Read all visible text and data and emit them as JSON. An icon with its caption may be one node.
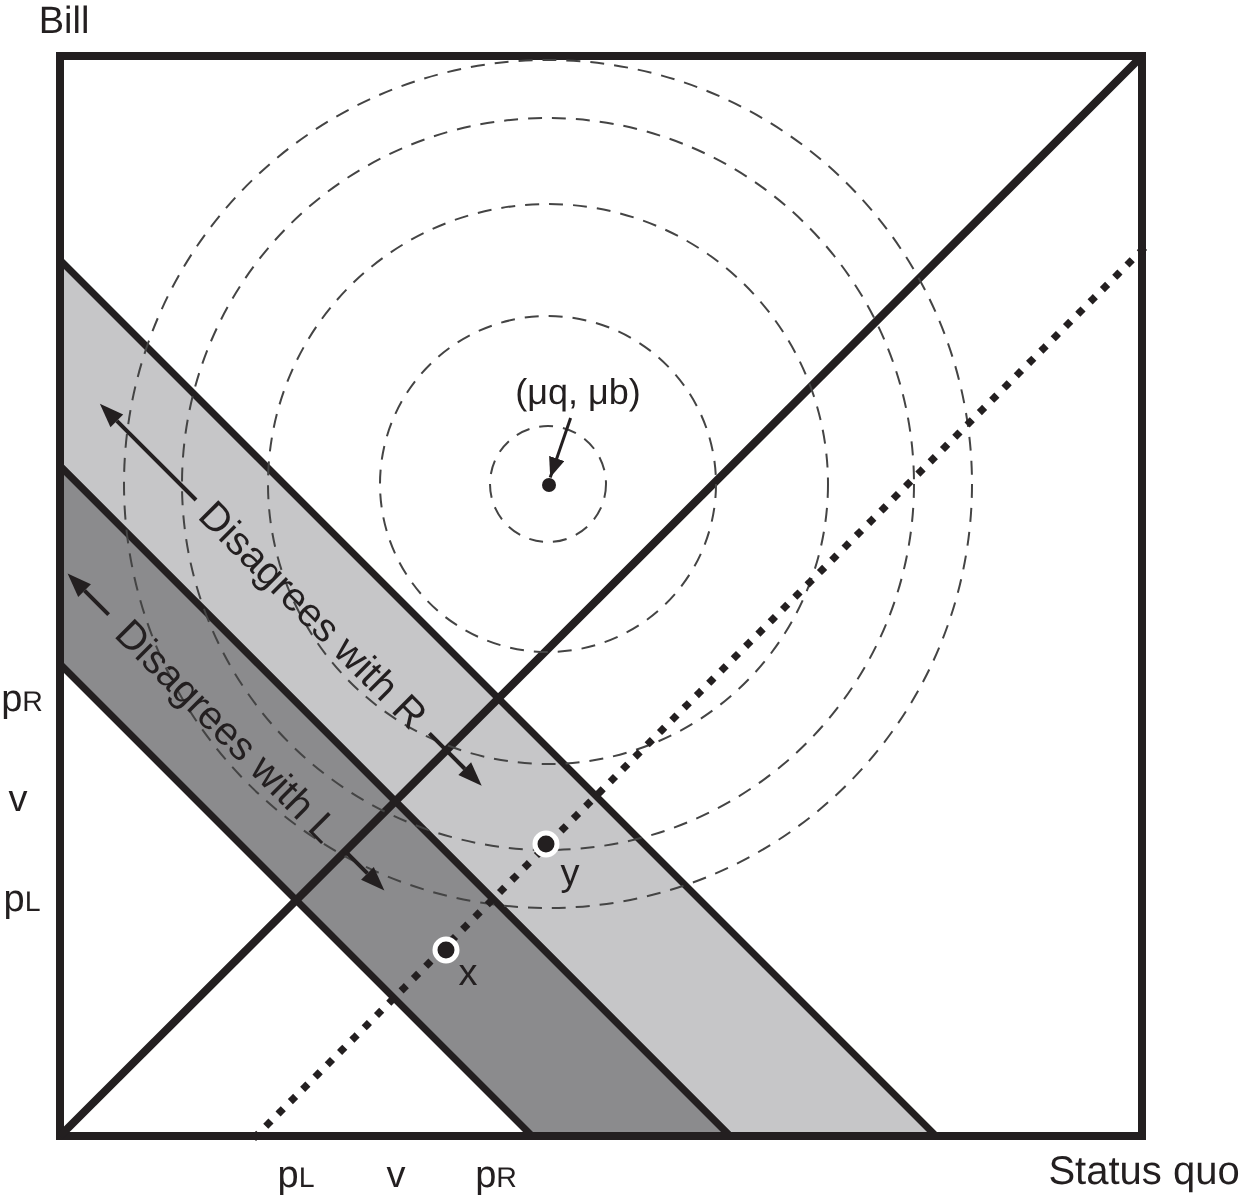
{
  "diagram": {
    "nodes": [
      {
        "text": [
          "Disagrees with R"
        ]
      },
      {
        "text": [
          "Disagrees with L"
        ]
      },
      {
        "text": [
          "(μq, μb)"
        ]
      },
      {
        "text": [],
        "shape": "circle"
      }
    ],
    "edges": [
      {
        "from": 2,
        "to": 3,
        "arrow": "to"
      }
    ],
    "labels": [
      "Bill",
      "p$_{R}$",
      "v",
      "p$_{L}$",
      "y",
      "x",
      "p$_{L}$",
      "v",
      "p$_{R}$",
      "Status quo"
    ]
  }
}
